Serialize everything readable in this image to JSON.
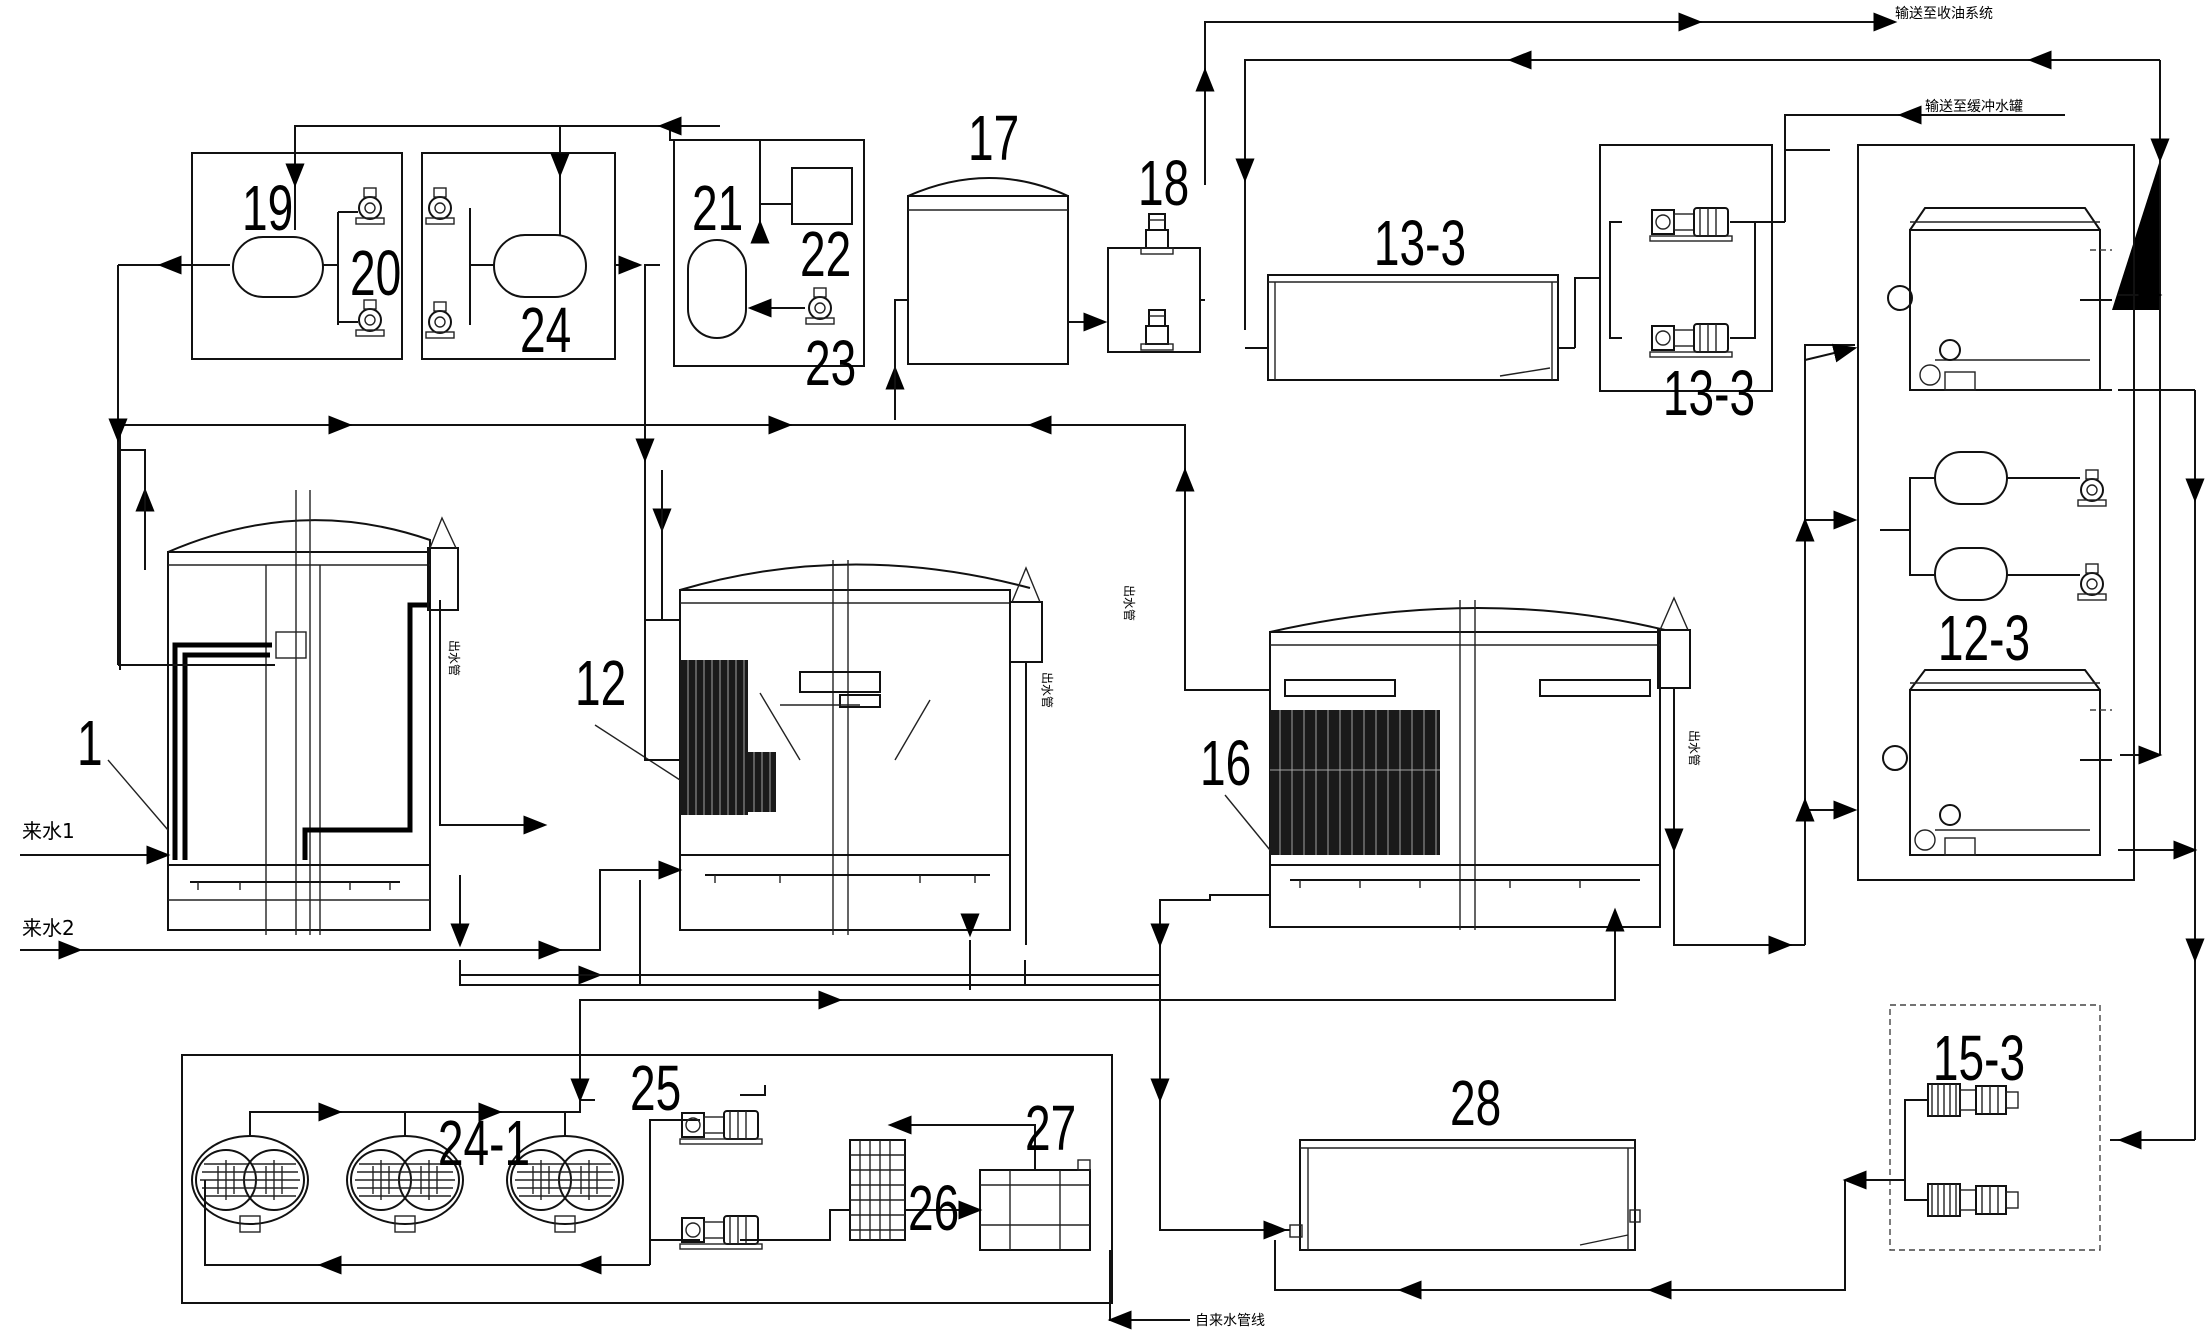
{
  "labels": {
    "inlet1": "来水1",
    "inlet2": "来水2",
    "to_oil": "输送至收油系统",
    "to_flush": "输送至缓冲水罐",
    "tap_water": "自来水管线",
    "u1": "1",
    "u12": "12",
    "u16": "16",
    "u17": "17",
    "u18": "18",
    "u19": "19",
    "u20": "20",
    "u21": "21",
    "u22": "22",
    "u23": "23",
    "u24": "24",
    "u24_1": "24-1",
    "u25": "25",
    "u26": "26",
    "u27": "27",
    "u28": "28",
    "u13_3_tank": "13-3",
    "u13_3_pumps": "13-3",
    "u12_3": "12-3",
    "u15_3": "15-3",
    "v1": "出水管",
    "v2": "出水管",
    "v3": "出水管",
    "v4": "出水管"
  },
  "colors": {
    "line": "#111111",
    "background": "#ffffff"
  },
  "icons": [
    "arrow-icon",
    "pump-icon",
    "tank-icon",
    "heat-exchanger-icon",
    "cooling-tower-icon"
  ]
}
